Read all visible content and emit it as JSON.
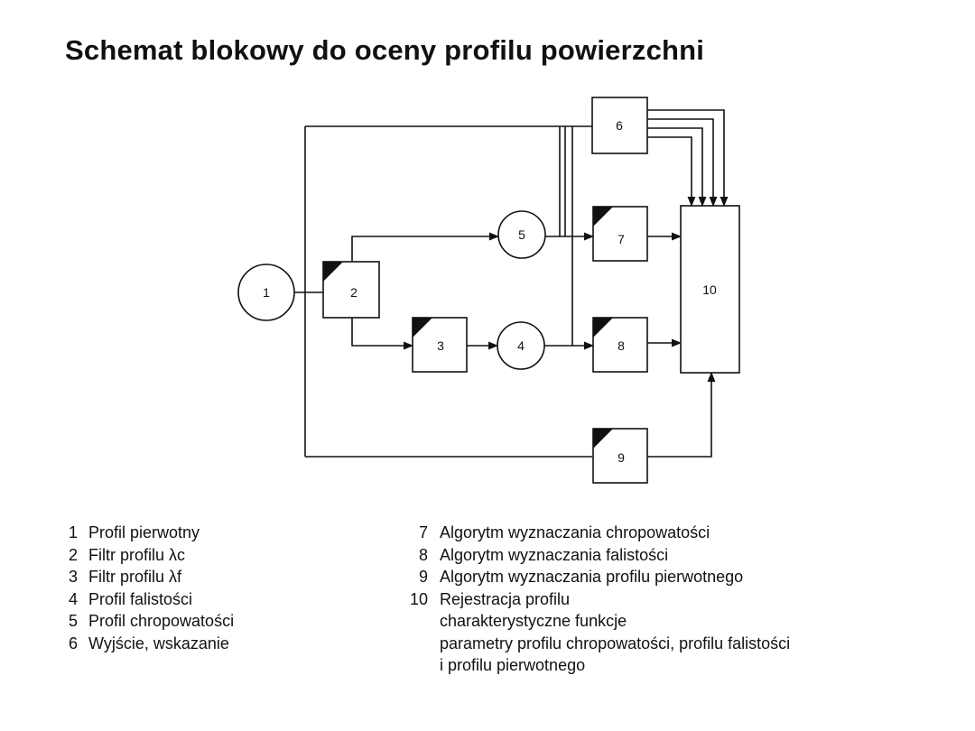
{
  "title": "Schemat blokowy do oceny profilu powierzchni",
  "nodes": {
    "n1": "1",
    "n2": "2",
    "n3": "3",
    "n4": "4",
    "n5": "5",
    "n6": "6",
    "n7": "7",
    "n8": "8",
    "n9": "9",
    "n10": "10"
  },
  "legend_left": [
    {
      "num": "1",
      "text": "Profil pierwotny"
    },
    {
      "num": "2",
      "text": "Filtr profilu λc"
    },
    {
      "num": "3",
      "text": "Filtr profilu  λf"
    },
    {
      "num": "4",
      "text": "Profil falistości"
    },
    {
      "num": "5",
      "text": "Profil chropowatości"
    },
    {
      "num": "6",
      "text": "Wyjście, wskazanie"
    }
  ],
  "legend_right": [
    {
      "num": "7",
      "text": "Algorytm wyznaczania chropowatości"
    },
    {
      "num": "8",
      "text": "Algorytm wyznaczania falistości"
    },
    {
      "num": "9",
      "text": "Algorytm wyznaczania profilu pierwotnego"
    },
    {
      "num": "10",
      "text": "Rejestracja profilu"
    }
  ],
  "legend_right_sub": [
    "charakterystyczne funkcje",
    "parametry profilu chropowatości, profilu falistości",
    "i profilu pierwotnego"
  ]
}
